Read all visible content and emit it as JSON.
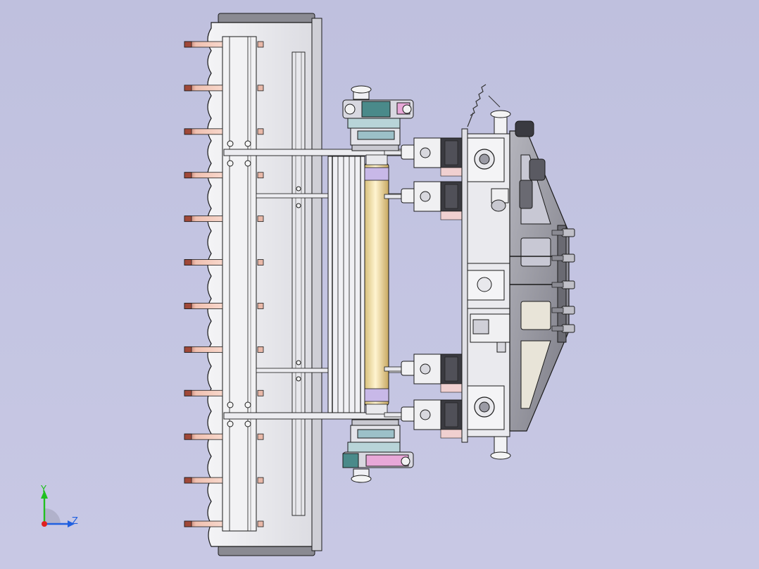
{
  "viewport": {
    "background_top": "#bfc0de",
    "background_bottom": "#c8c8e4"
  },
  "model": {
    "description_colors": {
      "frame": "#e4e4e8",
      "frame_dark": "#9a9aa4",
      "outline": "#1a1a1a",
      "tine_copper": "#e8b8a8",
      "tine_dark": "#a04838",
      "roller": "#e6d4a0",
      "roller_light": "#fff4d0",
      "accent_pink": "#e8a8d8",
      "accent_teal": "#4a8a8a",
      "bracket_gray": "#8c8c94",
      "motor_dark": "#3a3a40"
    },
    "tine_count": 12,
    "bolt_count_right": 7
  },
  "triad": {
    "y_label": "Y",
    "z_label": "Z",
    "y_color": "#20c020",
    "z_color": "#2060e0",
    "origin_color": "#e02020"
  }
}
